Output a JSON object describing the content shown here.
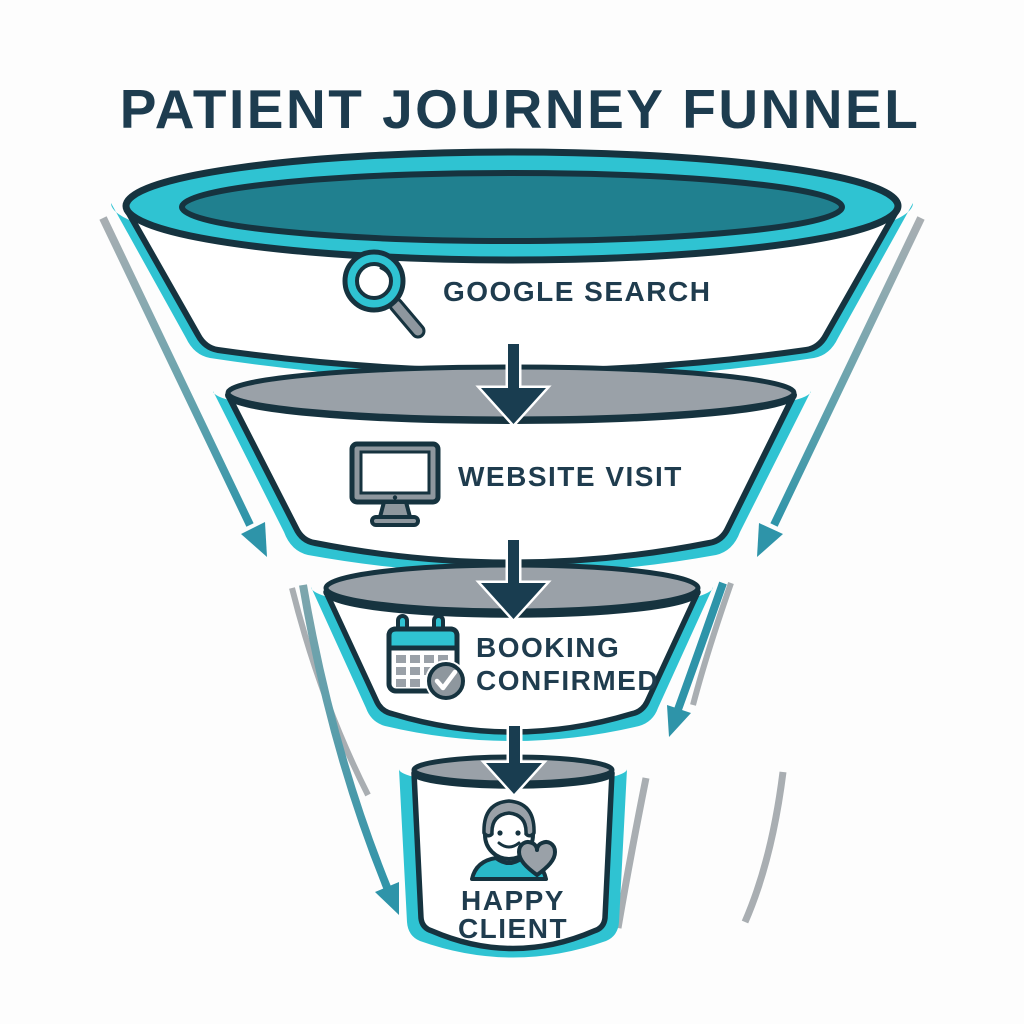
{
  "title": "PATIENT JOURNEY FUNNEL",
  "diagram_type": "funnel",
  "stages": [
    {
      "id": "google-search",
      "lines": [
        "GOOGLE SEARCH"
      ],
      "icon": "magnifier-search-icon"
    },
    {
      "id": "website-visit",
      "lines": [
        "WEBSITE VISIT"
      ],
      "icon": "computer-monitor-icon"
    },
    {
      "id": "booking-confirmed",
      "lines": [
        "BOOKING",
        "CONFIRMED"
      ],
      "icon": "calendar-check-icon"
    },
    {
      "id": "happy-client",
      "lines": [
        "HAPPY",
        "CLIENT"
      ],
      "icon": "happy-person-heart-icon"
    }
  ],
  "colors": {
    "accent_cyan": "#2fc3d2",
    "funnel_mouth_teal": "#20808f",
    "outline_navy": "#16333f",
    "text_navy": "#1f3c4e",
    "neutral_gray": "#9aa1a8",
    "icon_gray": "#8e979e",
    "side_arrow_teal": "#2e94a9",
    "side_line_gray": "#a9aeb2",
    "down_arrow_navy": "#193d50"
  }
}
